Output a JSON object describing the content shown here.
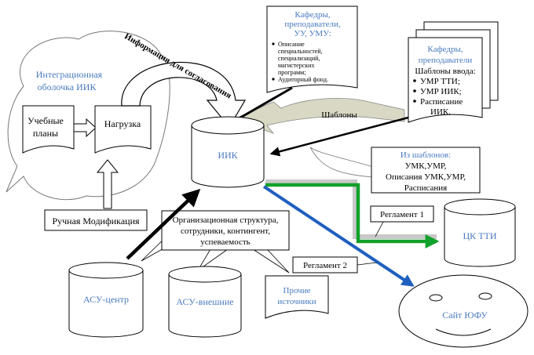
{
  "shell": {
    "title_line1": "Интеграционная",
    "title_line2": "оболочка ИИК"
  },
  "boxes": {
    "plans_line1": "Учебные",
    "plans_line2": "планы",
    "load": "Нагрузка",
    "manual": "Ручная Модификация"
  },
  "arc_label": "Информация для согласования",
  "iik": "ИИК",
  "templates_label": "Шаблоны",
  "doc_top": {
    "line1": "Кафедры,",
    "line2": "преподаватели,",
    "line3": "УУ, УМУ:",
    "bullet1_l1": "Описание",
    "bullet1_l2": "специальностей,",
    "bullet1_l3": "специализаций,",
    "bullet1_l4": "магистерских",
    "bullet1_l5": "программ;",
    "bullet2": "Аудиторный фонд."
  },
  "doc_right": {
    "line1": "Кафедры,",
    "line2": "преподаватели",
    "line3": "Шаблоны ввода:",
    "b1": "УМР ТТИ;",
    "b2": "УМР ИИК;",
    "b3_l1": "Расписание",
    "b3_l2": "ИИК."
  },
  "from_templates": {
    "line1": "Из шаблонов:",
    "line2": "УМК,УМР,",
    "line3": "Описания УМК,УМР,",
    "line4": "Расписания"
  },
  "org": {
    "line1": "Организационная структура,",
    "line2": "сотрудники, контингент,",
    "line3": "успеваемость"
  },
  "reg1": "Регламент 1",
  "reg2": "Регламент 2",
  "cyl_tti": "ЦК ТТИ",
  "cyl_asu_center": "АСУ-центр",
  "cyl_asu_ext": "АСУ-внешние",
  "other_line1": "Прочие",
  "other_line2": "источники",
  "site": "Сайт ЮФУ",
  "colors": {
    "blue_text": "#4a7bbf",
    "green": "#12a12a",
    "blue_arrow": "#1f5fbf",
    "gray_band": "#c8c8c8",
    "olive": "#d8d8c4"
  }
}
